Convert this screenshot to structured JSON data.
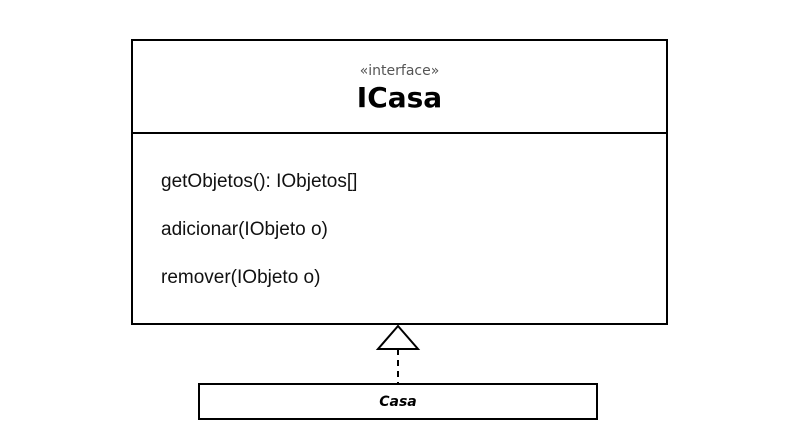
{
  "interface": {
    "stereotype": "«interface»",
    "name": "ICasa",
    "methods": [
      "getObjetos(): IObjetos[]",
      "adicionar(IObjeto o)",
      "remover(IObjeto o)"
    ]
  },
  "implementation": {
    "name": "Casa"
  },
  "relationship": {
    "type": "realization",
    "style": "dashed-line-hollow-triangle",
    "from": "Casa",
    "to": "ICasa"
  }
}
